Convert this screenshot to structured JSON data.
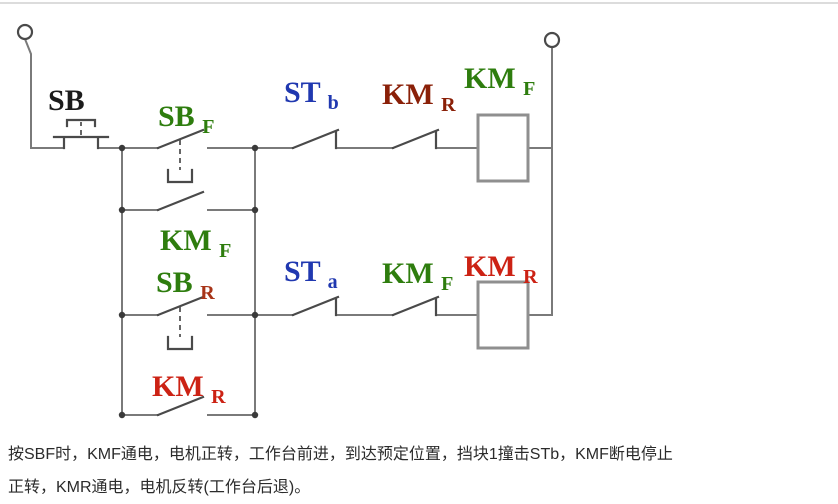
{
  "colors": {
    "wire": "#7a7a7a",
    "symbol": "#4a4a4a",
    "black": "#1c1c1c",
    "green": "#2e7d0e",
    "blue": "#2038b0",
    "maroon": "#8a2008",
    "red": "#cc2214",
    "red_brown": "#a83418"
  },
  "diagram": {
    "components": {
      "sb": {
        "main": "SB",
        "type": "NC stop pushbutton"
      },
      "sbf": {
        "main": "SB",
        "sub": "F",
        "type": "NO start pushbutton (forward)"
      },
      "kmf_seal": {
        "main": "KM",
        "sub": "F",
        "type": "NO seal-in contact"
      },
      "sbr": {
        "main": "SB",
        "sub": "R",
        "type": "NO start pushbutton (reverse)"
      },
      "kmr_seal": {
        "main": "KM",
        "sub": "R",
        "type": "NO seal-in contact"
      },
      "stb": {
        "main": "ST",
        "sub": "b",
        "type": "NC limit switch contact"
      },
      "kmr_nc": {
        "main": "KM",
        "sub": "R",
        "type": "NC interlock contact"
      },
      "kmf_coil": {
        "main": "KM",
        "sub": "F",
        "type": "contactor coil (forward)"
      },
      "sta": {
        "main": "ST",
        "sub": "a",
        "type": "NC limit switch contact"
      },
      "kmf_nc": {
        "main": "KM",
        "sub": "F",
        "type": "NC interlock contact"
      },
      "kmr_coil": {
        "main": "KM",
        "sub": "R",
        "type": "contactor coil (reverse)"
      }
    }
  },
  "caption": {
    "line1": "按SBF时，KMF通电，电机正转，工作台前进，到达预定位置，挡块1撞击STb，KMF断电停止",
    "line2": "正转，KMR通电，电机反转(工作台后退)。"
  }
}
